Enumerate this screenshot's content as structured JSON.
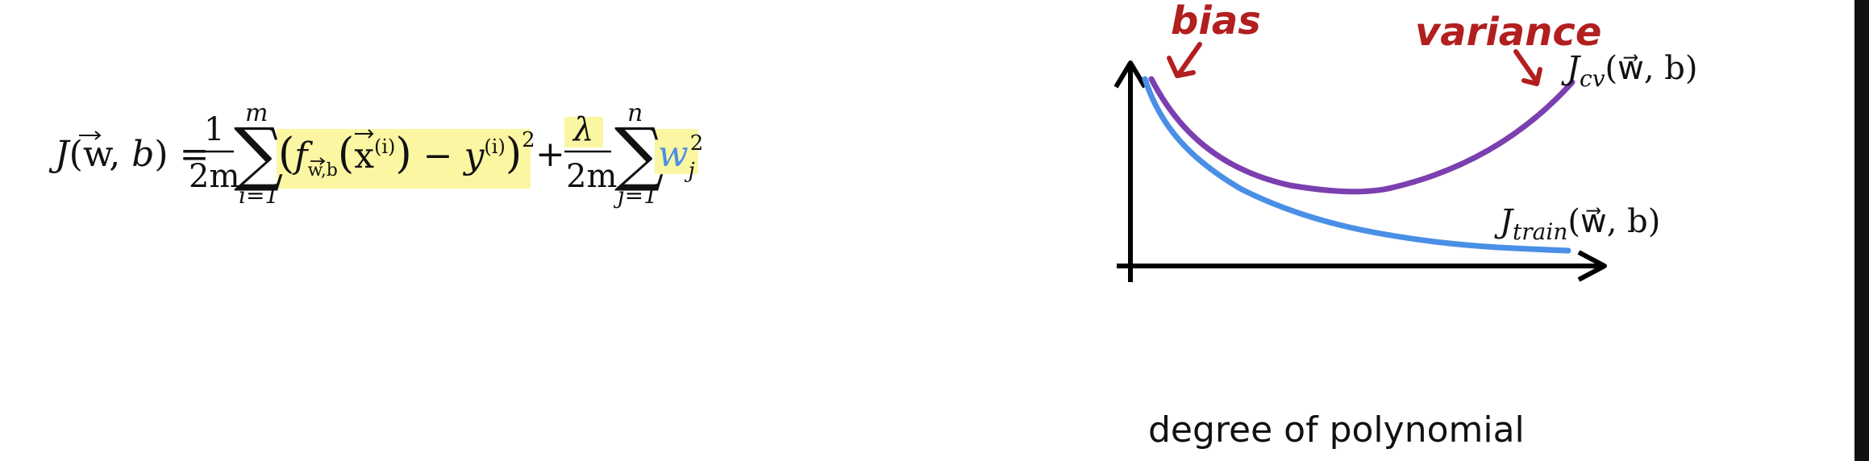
{
  "formula": {
    "lhs": "J(w⃗, b) = ",
    "frac1": {
      "num": "1",
      "den": "2m"
    },
    "sum1": {
      "top": "m",
      "bottom": "i=1"
    },
    "term1": "(f w⃗,b (x⃗(i)) − y(i))²",
    "plus": "+",
    "frac2": {
      "num": "λ",
      "den": "2m"
    },
    "sum2": {
      "top": "n",
      "bottom": "j=1"
    },
    "term2": "wj²"
  },
  "graph": {
    "xlabel": "degree of polynomial",
    "annotations": {
      "bias": "bias",
      "variance": "variance"
    },
    "labels": {
      "cv": {
        "main": "J",
        "sub": "cv",
        "args": "(w⃗, b)"
      },
      "train": {
        "main": "J",
        "sub": "train",
        "args": "(w⃗, b)"
      }
    },
    "colors": {
      "cv": "#7b3fb0",
      "train": "#4a8fe6",
      "annotation": "#b21f1f",
      "highlight": "#fbf6a2"
    }
  }
}
